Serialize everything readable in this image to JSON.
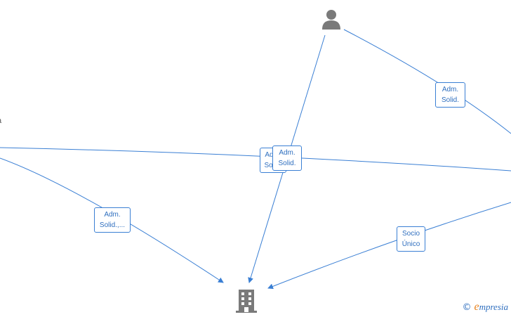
{
  "edges": [
    {
      "from": "person",
      "to": "company",
      "label_index": 2
    },
    {
      "from": "person",
      "to": "offscreen-right-top",
      "label_index": 0
    },
    {
      "from": "offscreen-left",
      "to": "offscreen-right-mid",
      "label_index": 1
    },
    {
      "from": "offscreen-left-low",
      "to": "company",
      "label_index": 3
    },
    {
      "from": "offscreen-right-low",
      "to": "company",
      "label_index": 4
    }
  ],
  "labels": [
    {
      "line1": "Adm.",
      "line2": "Solid."
    },
    {
      "line1": "Adm.",
      "line2": "Solid."
    },
    {
      "line1": "Adm.",
      "line2": "Solid."
    },
    {
      "line1": "Adm.",
      "line2": "Solid.,..."
    },
    {
      "line1": "Socio",
      "line2": "Único"
    }
  ],
  "nodes": {
    "person": {
      "icon": "person-icon"
    },
    "company": {
      "icon": "building-icon"
    }
  },
  "edge_color": "#3a7fd4",
  "watermark": {
    "copyright": "©",
    "brand_initial": "e",
    "brand_rest": "mpresia"
  }
}
